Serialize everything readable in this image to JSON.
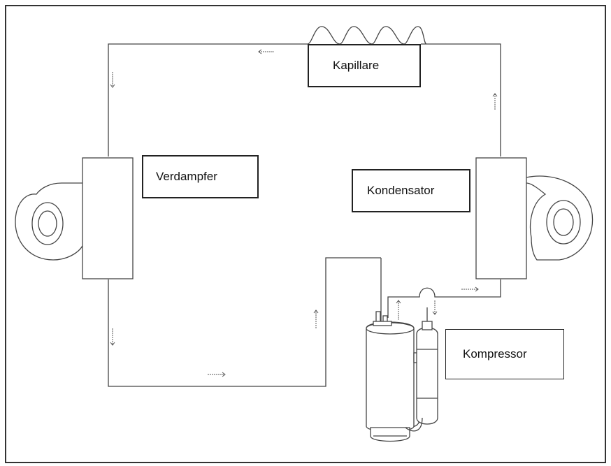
{
  "labels": {
    "kapillare": "Kapillare",
    "verdampfer": "Verdampfer",
    "kondensator": "Kondensator",
    "kompressor": "Kompressor"
  },
  "colors": {
    "line": "#444444",
    "box_border": "#222222",
    "background": "#ffffff"
  }
}
